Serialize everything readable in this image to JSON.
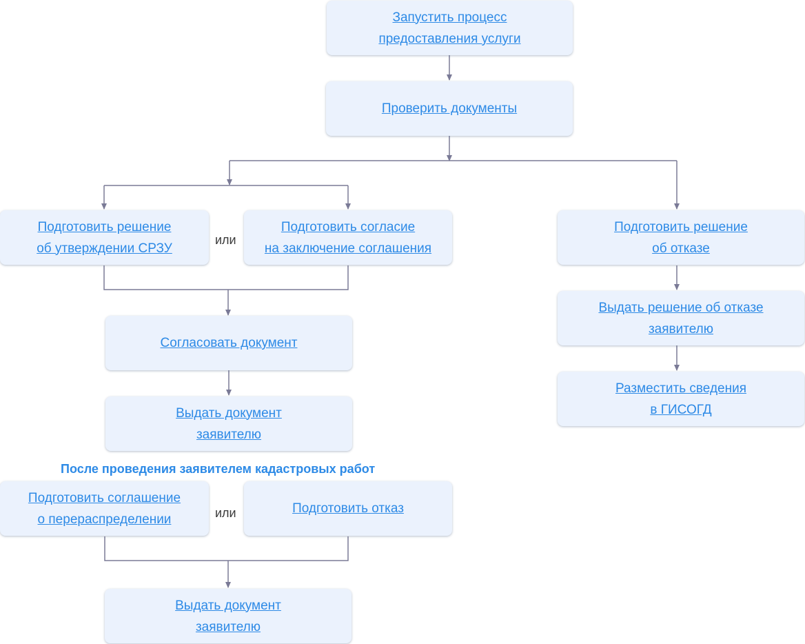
{
  "colors": {
    "node_fill": "#ebf2fd",
    "link": "#2d8ae6",
    "connector": "#7a7a96",
    "heading": "#2d8ae6"
  },
  "nodes": {
    "start_process": "Запустить процесс\nпредоставления услуги",
    "check_documents": "Проверить документы",
    "prepare_srzu_decision": "Подготовить решение\nоб утверждении СРЗУ",
    "prepare_consent": "Подготовить согласие\nна заключение соглашения",
    "prepare_refusal_decision": "Подготовить решение\nоб отказе",
    "issue_refusal": "Выдать решение об отказе\nзаявителю",
    "publish_gisogd": "Разместить сведения\nв ГИСОГД",
    "approve_document": "Согласовать документ",
    "issue_document_1": "Выдать документ\nзаявителю",
    "prepare_agreement": "Подготовить соглашение\nо перераспределении",
    "prepare_refusal": "Подготовить отказ",
    "issue_document_2": "Выдать документ\nзаявителю"
  },
  "labels": {
    "or_1": "или",
    "or_2": "или",
    "after_cadastral": "После проведения заявителем кадастровых работ"
  }
}
